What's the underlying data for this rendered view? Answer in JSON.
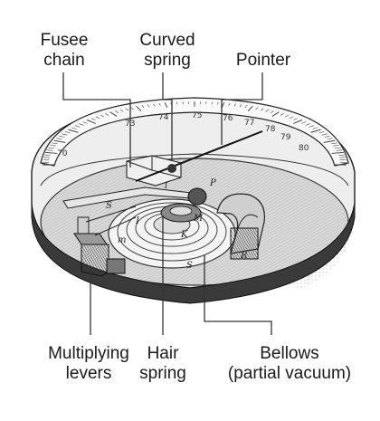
{
  "labels": {
    "fusee_chain": [
      "Fusee",
      "chain"
    ],
    "curved_spring": [
      "Curved",
      "spring"
    ],
    "pointer": "Pointer",
    "multiplying_levers": [
      "Multiplying",
      "levers"
    ],
    "hair_spring": [
      "Hair",
      "spring"
    ],
    "bellows": [
      "Bellows",
      "(partial vacuum)"
    ]
  },
  "dial_numbers": [
    "70",
    "73",
    "74",
    "75",
    "76",
    "77",
    "78",
    "79",
    "80"
  ],
  "part_letters": [
    "S",
    "I",
    "M",
    "P",
    "K",
    "R",
    "m",
    "S",
    "l"
  ],
  "colors": {
    "ink": "#1a1a1a",
    "line": "#333333",
    "engraving_light": "#e6e6e6",
    "engraving_mid": "#bdbdbd",
    "engraving_dark": "#555555"
  }
}
